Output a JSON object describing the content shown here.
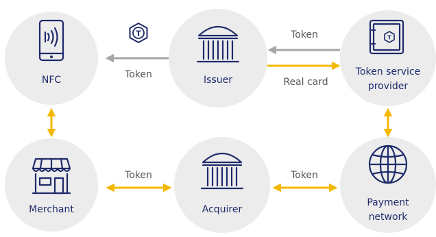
{
  "colors": {
    "node_fill": "#ececec",
    "icon": "#1f2a6b",
    "flow_yellow": "#f5b800",
    "flow_gray": "#a6a6a6"
  },
  "nodes": {
    "nfc": {
      "label": "NFC",
      "icon": "smartphone-nfc-icon"
    },
    "issuer": {
      "label": "Issuer",
      "icon": "bank-building-icon"
    },
    "tsp": {
      "label_line1": "Token service",
      "label_line2": "provider",
      "icon": "token-vault-icon"
    },
    "merchant": {
      "label": "Merchant",
      "icon": "storefront-icon"
    },
    "acquirer": {
      "label": "Acquirer",
      "icon": "bank-building-icon"
    },
    "network": {
      "label_line1": "Payment",
      "label_line2": "network",
      "icon": "globe-icon"
    }
  },
  "token_badge": {
    "letter": "T",
    "icon": "token-badge-icon"
  },
  "edges": {
    "issuer_to_nfc": "Token",
    "tsp_to_issuer": "Token",
    "issuer_to_tsp": "Real card",
    "merchant_acquirer": "Token",
    "acquirer_network": "Token"
  }
}
